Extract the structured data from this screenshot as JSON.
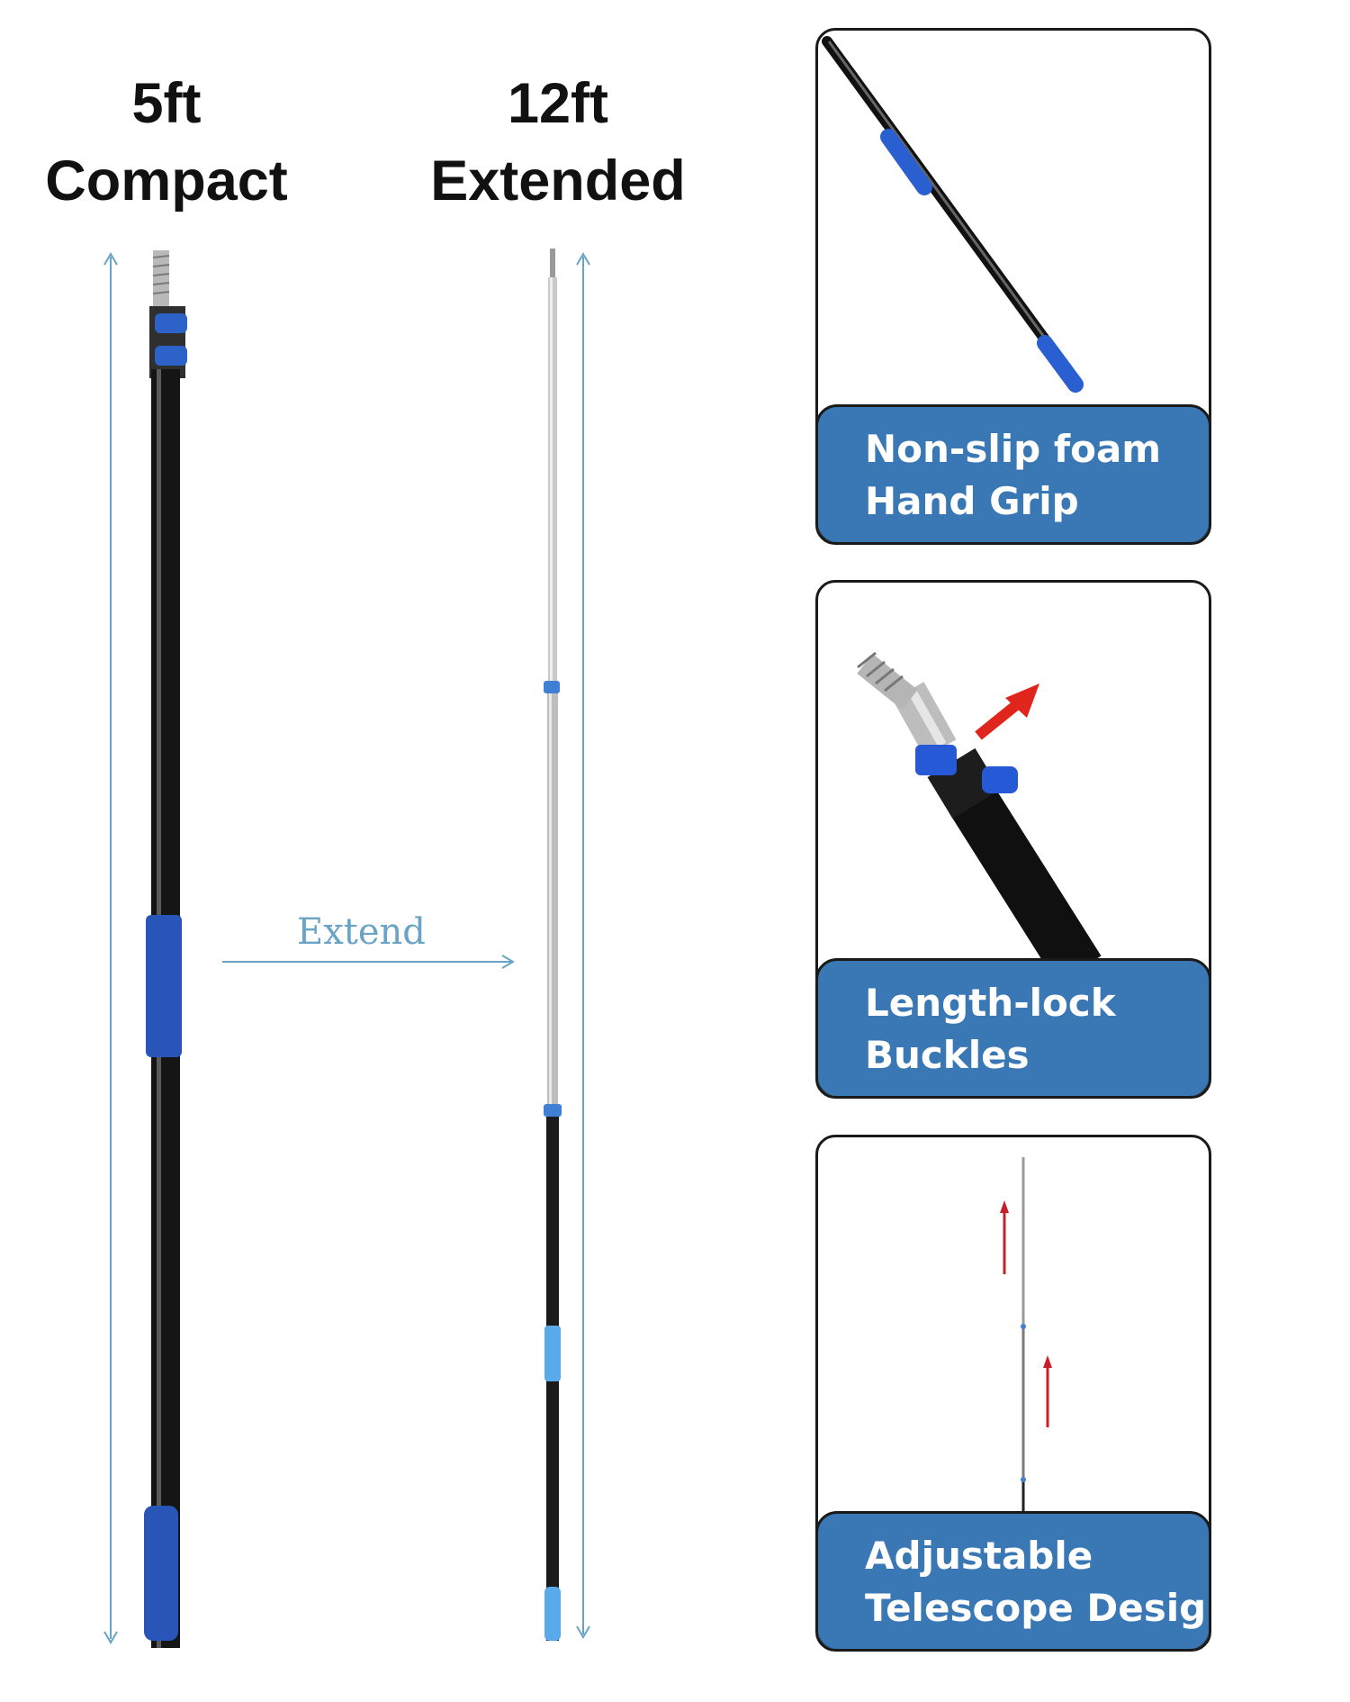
{
  "compact": {
    "length": "5ft",
    "label": "Compact"
  },
  "extended": {
    "length": "12ft",
    "label": "Extended"
  },
  "extend_label": "Extend",
  "panels": [
    {
      "line1": "Non-slip foam",
      "line2": "Hand Grip"
    },
    {
      "line1": "Length-lock",
      "line2": "Buckles"
    },
    {
      "line1": "Adjustable",
      "line2": "Telescope Design"
    }
  ],
  "colors": {
    "caption_bg": "#3a78b5",
    "grip": "#2a55b8",
    "guide": "#6aa3c5",
    "arrow": "#e0251c"
  }
}
